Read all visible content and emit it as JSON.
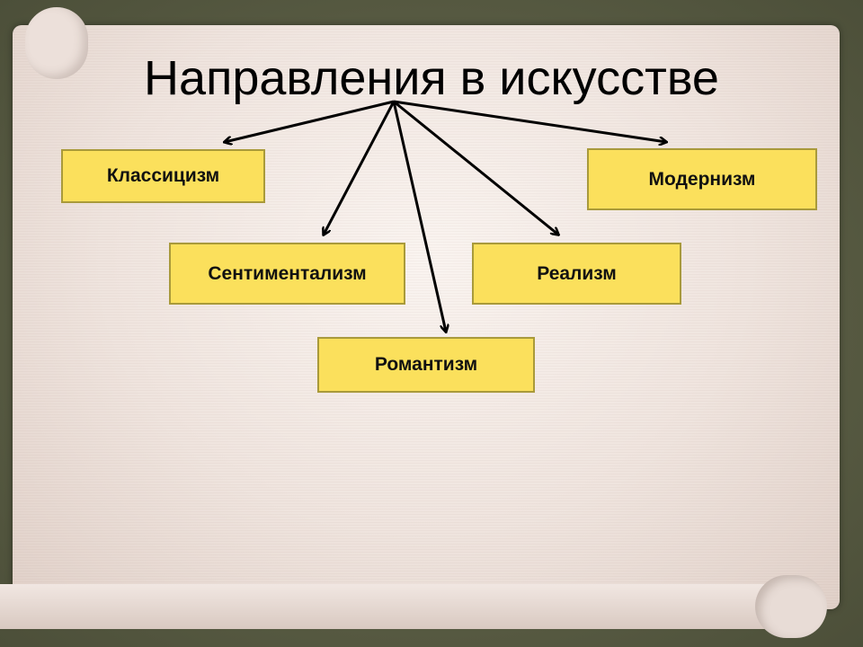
{
  "title": "Направления в искусстве",
  "boxes": {
    "classicism": "Классицизм",
    "modernism": "Модернизм",
    "sentimentalism": "Сентиментализм",
    "realism": "Реализм",
    "romanticism": "Романтизм"
  },
  "colors": {
    "box_fill": "#fbe05c",
    "box_border": "#a99a3a"
  }
}
